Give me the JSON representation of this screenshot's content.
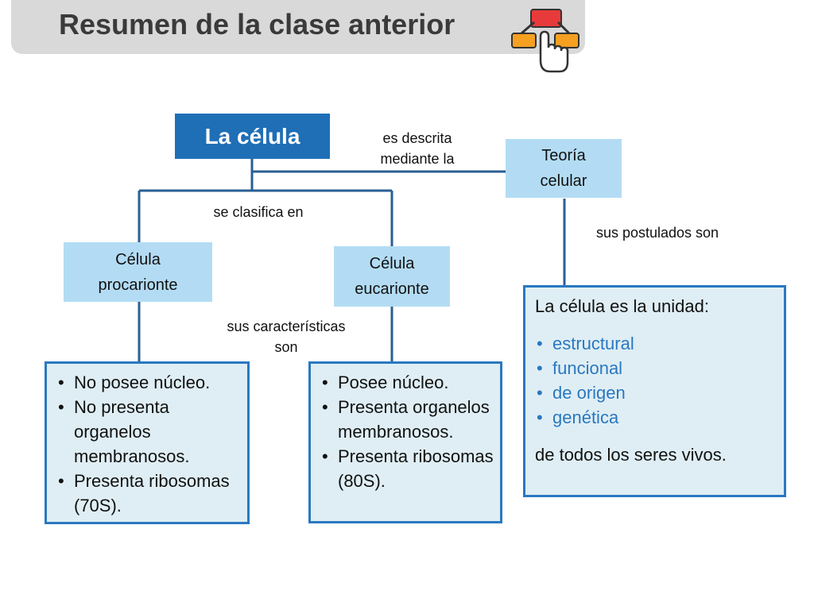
{
  "header": {
    "title": "Resumen de la clase anterior",
    "icon": "hierarchy-hand-icon"
  },
  "nodes": {
    "main": "La célula",
    "theory_line1": "Teoría",
    "theory_line2": "celular",
    "prokaryote_line1": "Célula",
    "prokaryote_line2": "procarionte",
    "eukaryote_line1": "Célula",
    "eukaryote_line2": "eucarionte"
  },
  "labels": {
    "described_line1": "es descrita",
    "described_line2": "mediante la",
    "classified": "se clasifica en",
    "postulates": "sus postulados son",
    "characteristics_line1": "sus características",
    "characteristics_line2": "son"
  },
  "prokaryote_box": {
    "items": [
      "No posee núcleo.",
      "No presenta organelos membranosos.",
      "Presenta ribosomas (70S)."
    ]
  },
  "eukaryote_box": {
    "items": [
      "Posee núcleo.",
      "Presenta organelos membranosos.",
      "Presenta ribosomas (80S)."
    ]
  },
  "theory_box": {
    "intro": "La célula es la unidad:",
    "items": [
      "estructural",
      "funcional",
      "de origen",
      "genética"
    ],
    "outro": "de todos los seres vivos."
  },
  "colors": {
    "primary_blue": "#1f6fb6",
    "light_blue": "#b3dcf4",
    "box_fill": "#dfeef4",
    "box_border": "#2a78c0",
    "title_bar": "#d9d9d9"
  }
}
